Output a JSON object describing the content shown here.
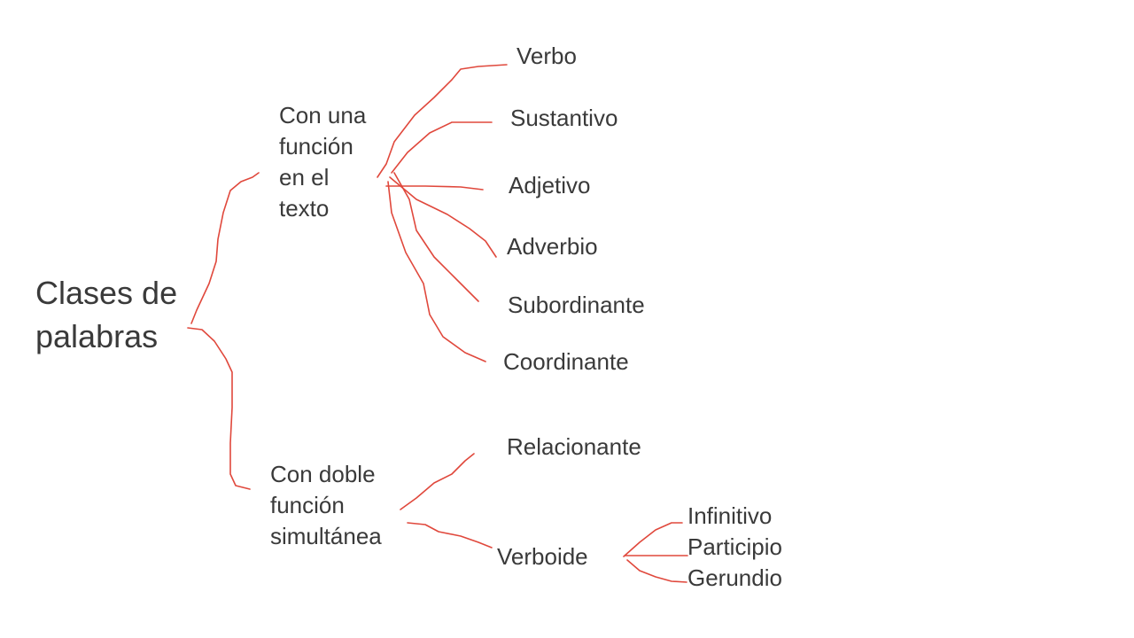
{
  "root": {
    "lines": [
      "Clases de",
      "palabras"
    ]
  },
  "branch_single": {
    "lines": [
      "Con una",
      "función",
      "en el",
      "texto"
    ],
    "children": [
      "Verbo",
      "Sustantivo",
      "Adjetivo",
      "Adverbio",
      "Subordinante",
      "Coordinante"
    ]
  },
  "branch_double": {
    "lines": [
      "Con doble",
      "función",
      "simultánea"
    ],
    "children": [
      "Relacionante",
      "Verboide"
    ],
    "verboide_children": [
      "Infinitivo",
      "Participio",
      "Gerundio"
    ]
  },
  "colors": {
    "line": "#e0483c",
    "text": "#3a3a3a"
  }
}
